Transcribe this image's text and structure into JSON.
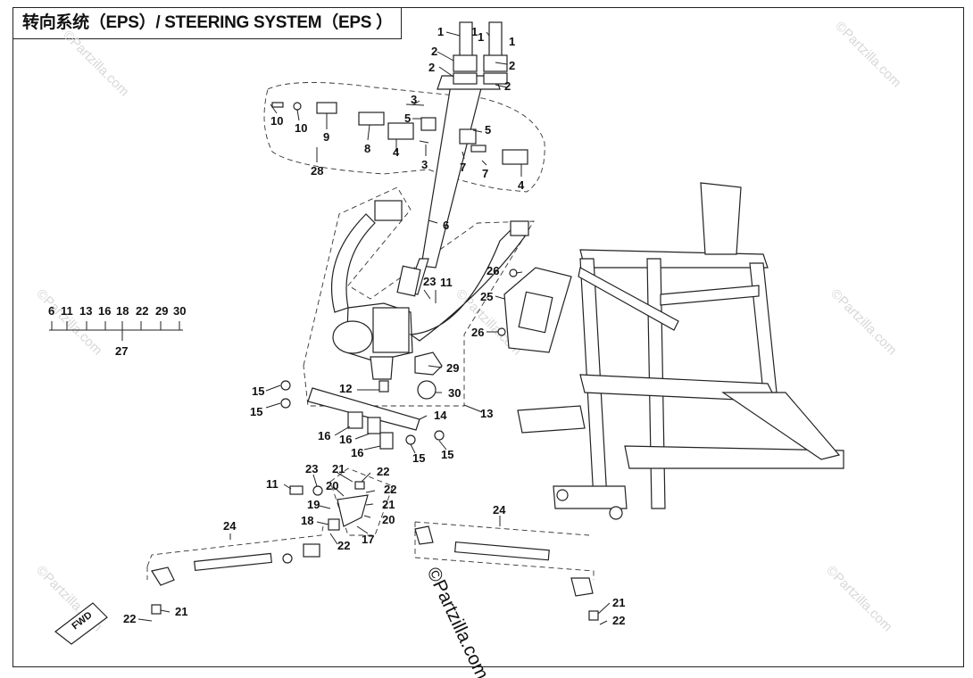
{
  "title": "转向系统（EPS）/ STEERING SYSTEM（EPS ）",
  "watermark": "©Partzilla.com",
  "center_watermark": "©Partzilla.com",
  "fwd_label": "FWD",
  "kit27_items": [
    "6",
    "11",
    "13",
    "16",
    "18",
    "22",
    "29",
    "30"
  ],
  "kit27_label": "27",
  "callouts": {
    "c1a": "1",
    "c1b": "1",
    "c1c": "1",
    "c1d": "1",
    "c2a": "2",
    "c2b": "2",
    "c2c": "2",
    "c2d": "2",
    "c3a": "3",
    "c3b": "3",
    "c4a": "4",
    "c4b": "4",
    "c5a": "5",
    "c5b": "5",
    "c6": "6",
    "c7a": "7",
    "c7b": "7",
    "c8": "8",
    "c9": "9",
    "c10a": "10",
    "c10b": "10",
    "c11a": "11",
    "c11b": "11",
    "c12": "12",
    "c13": "13",
    "c14": "14",
    "c15a": "15",
    "c15b": "15",
    "c15c": "15",
    "c15d": "15",
    "c16a": "16",
    "c16b": "16",
    "c16c": "16",
    "c17": "17",
    "c18": "18",
    "c19": "19",
    "c20a": "20",
    "c20b": "20",
    "c21a": "21",
    "c21b": "21",
    "c21c": "21",
    "c21d": "21",
    "c22a": "22",
    "c22b": "22",
    "c22c": "22",
    "c22d": "22",
    "c22e": "22",
    "c23a": "23",
    "c23b": "23",
    "c24a": "24",
    "c24b": "24",
    "c25": "25",
    "c26a": "26",
    "c26b": "26",
    "c28": "28",
    "c29": "29",
    "c30": "30"
  }
}
